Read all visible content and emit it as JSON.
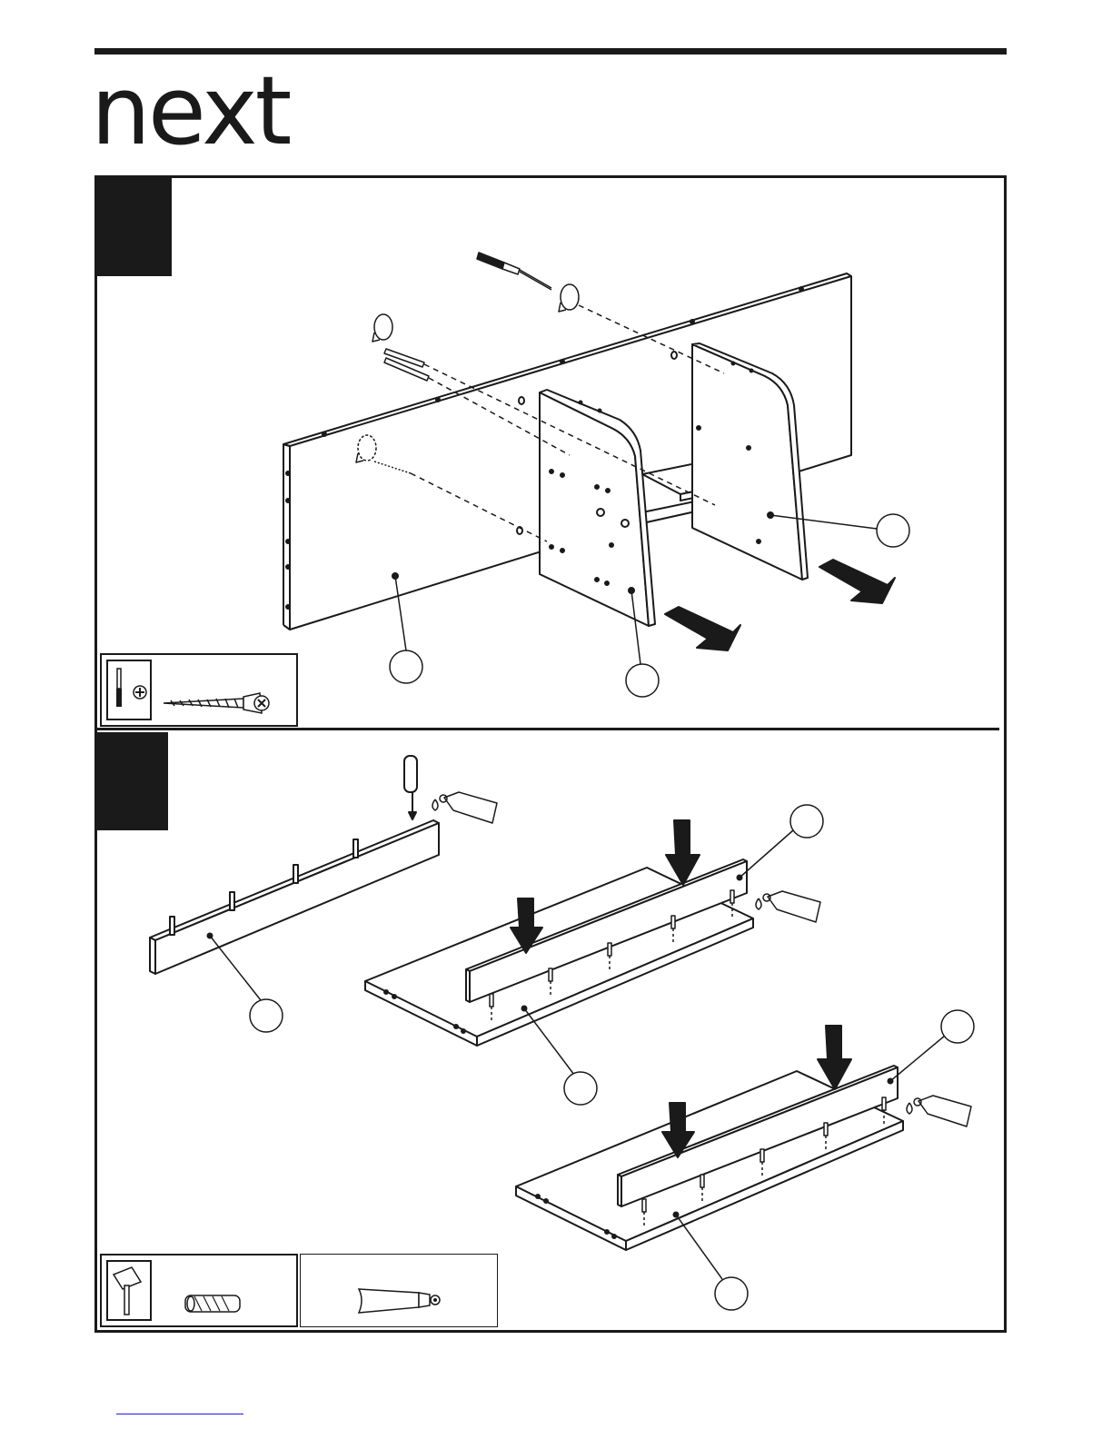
{
  "brand": {
    "logo_text": "next",
    "color": "#1a1a1a"
  },
  "steps": [
    {
      "icon": "step-marker",
      "tools": [
        "phillips-screwdriver-icon",
        "phillips-head-icon"
      ],
      "hardware": [
        "wood-screw-icon"
      ]
    },
    {
      "icon": "step-marker",
      "tools": [
        "mallet-icon"
      ],
      "hardware": [
        "wooden-dowel-icon",
        "glue-tube-icon"
      ]
    }
  ],
  "colors": {
    "ink": "#1a1a1a",
    "paper": "#ffffff",
    "link": "#1a1aee"
  }
}
